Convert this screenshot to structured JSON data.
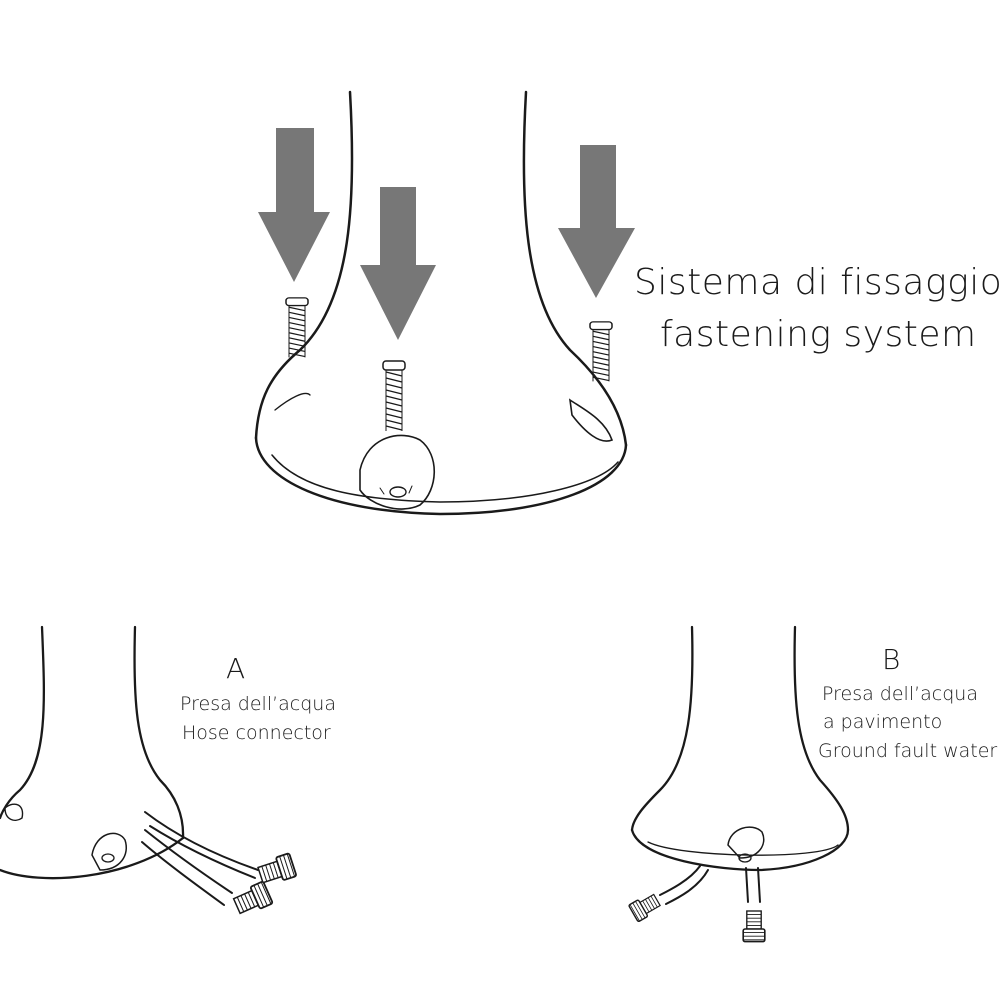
{
  "main_diagram": {
    "title_it": "Sistema di fissaggio",
    "title_en": "fastening system"
  },
  "option_a": {
    "letter": "A",
    "line1": "Presa dell’acqua",
    "line2": "Hose connector"
  },
  "option_b": {
    "letter": "B",
    "line1": "Presa dell’acqua",
    "line2": "a pavimento",
    "line3": "Ground fault water"
  },
  "colors": {
    "line": "#1a1a1a",
    "arrow": "#777777",
    "background": "#ffffff"
  }
}
